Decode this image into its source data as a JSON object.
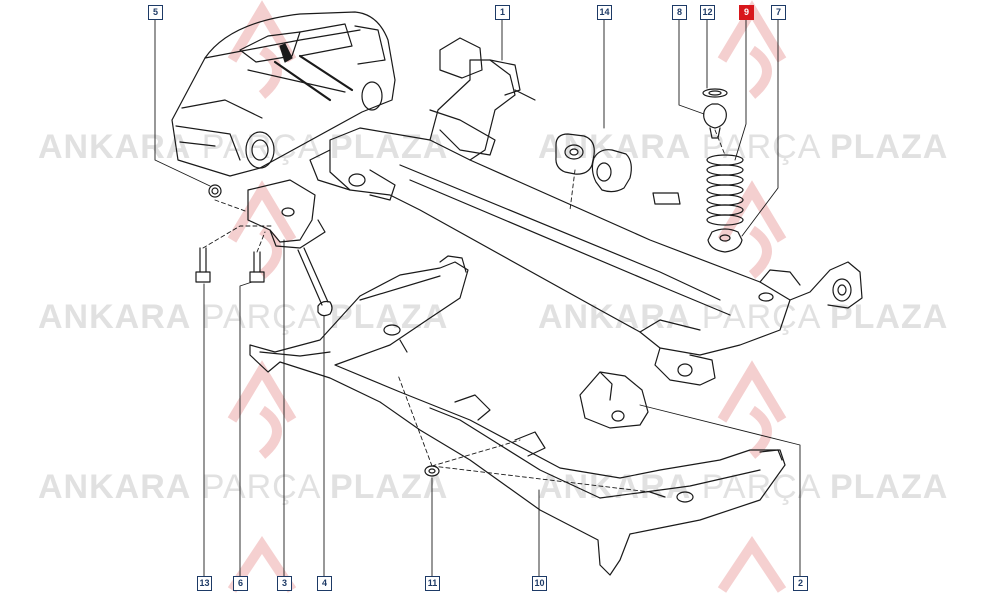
{
  "watermark": {
    "word1": "ANKARA",
    "word2": "PARÇA",
    "word3": "PLAZA"
  },
  "callouts": [
    {
      "id": "5",
      "label": "5",
      "highlighted": false
    },
    {
      "id": "1",
      "label": "1",
      "highlighted": false
    },
    {
      "id": "14",
      "label": "14",
      "highlighted": false
    },
    {
      "id": "8",
      "label": "8",
      "highlighted": false
    },
    {
      "id": "12",
      "label": "12",
      "highlighted": false
    },
    {
      "id": "9",
      "label": "9",
      "highlighted": true
    },
    {
      "id": "7",
      "label": "7",
      "highlighted": false
    },
    {
      "id": "13",
      "label": "13",
      "highlighted": false
    },
    {
      "id": "6",
      "label": "6",
      "highlighted": false
    },
    {
      "id": "3",
      "label": "3",
      "highlighted": false
    },
    {
      "id": "4",
      "label": "4",
      "highlighted": false
    },
    {
      "id": "11",
      "label": "11",
      "highlighted": false
    },
    {
      "id": "10",
      "label": "10",
      "highlighted": false
    },
    {
      "id": "2",
      "label": "2",
      "highlighted": false
    }
  ],
  "colors": {
    "line": "#1a1a1a",
    "callout": "#1d3a66",
    "highlight": "#d8171c",
    "watermark": "#c9c9c9",
    "watermark_logo": "#f2c4c4"
  }
}
